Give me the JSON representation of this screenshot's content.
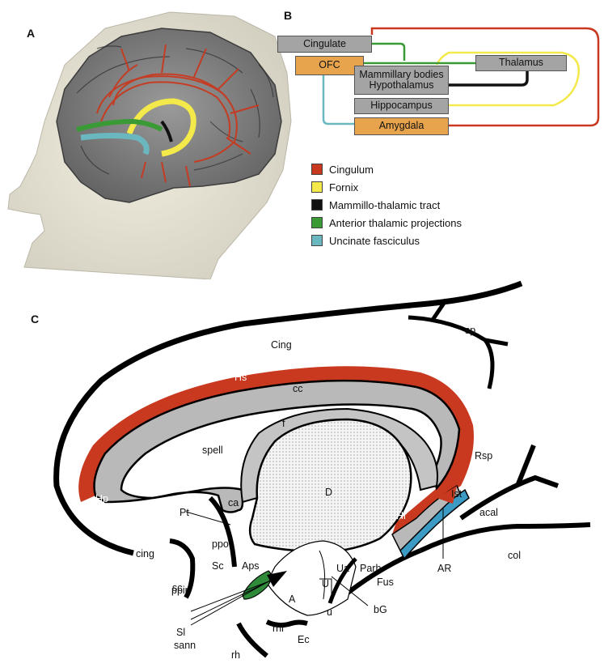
{
  "panel_labels": {
    "a": "A",
    "b": "B",
    "c": "C"
  },
  "panel_b": {
    "boxes": {
      "cingulate": "Cingulate",
      "ofc": "OFC",
      "thalamus": "Thalamus",
      "mammillary": "Mammillary bodies",
      "hypothalamus": "Hypothalamus",
      "hippocampus": "Hippocampus",
      "amygdala": "Amygdala"
    },
    "colors": {
      "gray_box": "#a4a4a4",
      "orange_box": "#e8a44c"
    }
  },
  "legend": [
    {
      "label": "Cingulum",
      "color": "#c8391f"
    },
    {
      "label": "Fornix",
      "color": "#f3e94a"
    },
    {
      "label": "Mammillo-thalamic tract",
      "color": "#111111"
    },
    {
      "label": "Anterior thalamic projections",
      "color": "#3a9a35"
    },
    {
      "label": "Uncinate fasciculus",
      "color": "#6bb7c0"
    }
  ],
  "panel_c": {
    "labels": {
      "cing_top": "Cing",
      "sp": "sp",
      "hs": "Hs",
      "cc": "cc",
      "f": "f",
      "spell": "spell",
      "d": "D",
      "rsp": "Rsp",
      "ist": "Ist",
      "acal": "acal",
      "hp": "Hp",
      "ca": "ca",
      "pt": "Pt",
      "hr": "Hr",
      "ppo": "ppo",
      "cing": "cing",
      "sc_upper": "Sc",
      "aps": "Aps",
      "sc_lower": "sc",
      "ua": "Ua",
      "parh": "Parh",
      "ar": "AR",
      "col": "col",
      "fus": "Fus",
      "u_upper": "U",
      "ppir": "ppir",
      "a": "A",
      "u_lower": "u",
      "bg": "bG",
      "rhi": "rhi",
      "sl": "Sl",
      "sann": "sann",
      "ec": "Ec",
      "rh": "rh"
    },
    "colors": {
      "cingulum_red": "#c8391f",
      "gray": "#b9b9b9",
      "uncinate_blue": "#3c9bc4",
      "green": "#2f8a3a"
    }
  }
}
